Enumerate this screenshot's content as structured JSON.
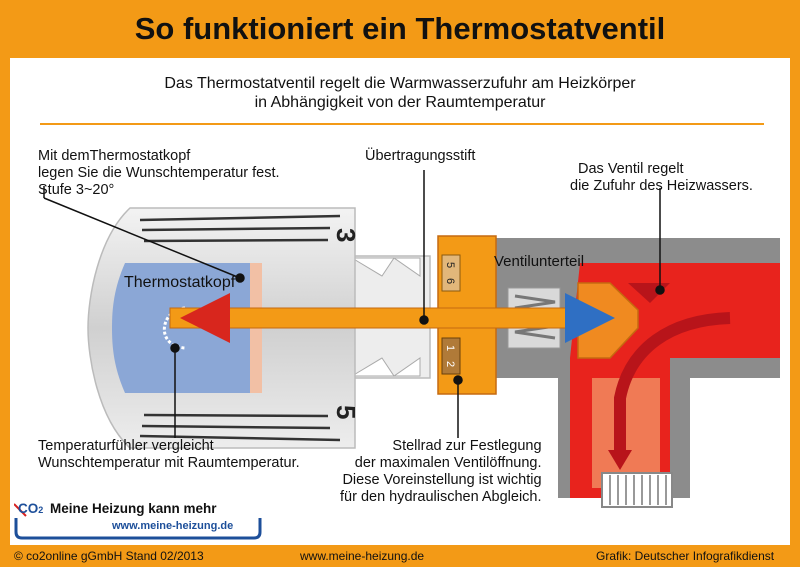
{
  "title": "So funktioniert ein Thermostatventil",
  "subtitle": {
    "line1": "Das Thermostatventil regelt die Warmwasserzufuhr am Heizkörper",
    "line2": "in Abhängigkeit von der Raumtemperatur"
  },
  "labels": {
    "thermostatkopf_note": [
      "Mit demThermostatkopf",
      "legen Sie die Wunschtemperatur fest.",
      "Stufe 3~20°"
    ],
    "stift": "Übertragungsstift",
    "ventil_note": [
      "Das Ventil regelt",
      "die Zufuhr des Heizwassers."
    ],
    "thermostatkopf": "Thermostatkopf",
    "ventilunterteil": "Ventilunterteil",
    "fuehler": [
      "Temperaturfühler vergleicht",
      "Wunschtemperatur mit Raumtemperatur."
    ],
    "stellrad": [
      "Stellrad zur Festlegung",
      "der maximalen Ventilöffnung.",
      "Diese Voreinstellung ist wichtig",
      "für den hydraulischen Abgleich."
    ]
  },
  "dial_marks": {
    "top": "3",
    "bottom": "5"
  },
  "stellrad_marks": {
    "top": [
      "5",
      "6"
    ],
    "bottom": [
      "1",
      "2"
    ]
  },
  "logo": {
    "co2": "CO",
    "co2_sub": "2",
    "text": "Meine Heizung kann mehr",
    "url": "www.meine-heizung.de"
  },
  "footer": {
    "left": "© co2online gGmbH Stand 02/2013",
    "center": "www.meine-heizung.de",
    "right": "Grafik: Deutscher Infografikdienst"
  },
  "colors": {
    "frame": "#f39a16",
    "valve_red": "#e8231d",
    "sensor_blue": "#8ba7d6",
    "valve_grey": "#8c8c8c",
    "logo_blue": "#1d4f9a",
    "logo_red": "#d62020"
  }
}
